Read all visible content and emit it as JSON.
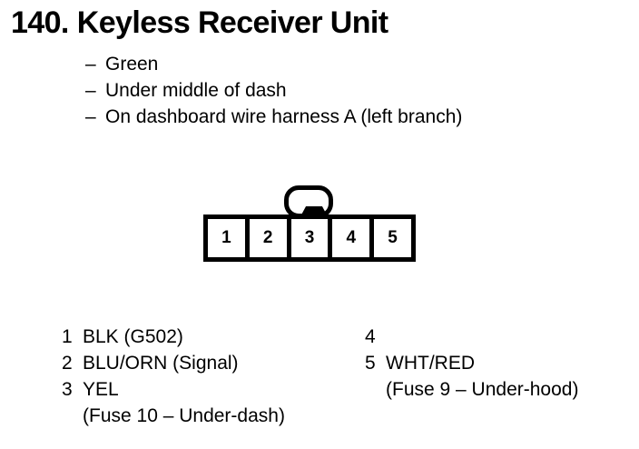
{
  "title": {
    "number": "140.",
    "name": "Keyless Receiver Unit"
  },
  "specs": [
    {
      "dash": "–",
      "text": "Green"
    },
    {
      "dash": "–",
      "text": "Under middle of dash"
    },
    {
      "dash": "–",
      "text": "On dashboard wire harness A (left branch)"
    }
  ],
  "connector": {
    "lock_tab": "lock-tab",
    "pins": [
      {
        "number": "1"
      },
      {
        "number": "2"
      },
      {
        "number": "3"
      },
      {
        "number": "4"
      },
      {
        "number": "5"
      }
    ]
  },
  "legend": {
    "left": [
      {
        "number": "1",
        "label": "BLK (G502)",
        "subline": ""
      },
      {
        "number": "2",
        "label": "BLU/ORN (Signal)",
        "subline": ""
      },
      {
        "number": "3",
        "label": "YEL",
        "subline": "(Fuse 10 – Under-dash)"
      }
    ],
    "right": [
      {
        "number": "4",
        "label": "",
        "subline": ""
      },
      {
        "number": "5",
        "label": "WHT/RED",
        "subline": "(Fuse 9 – Under-hood)"
      }
    ]
  },
  "colors": {
    "ink": "#000000",
    "paper": "#ffffff"
  }
}
